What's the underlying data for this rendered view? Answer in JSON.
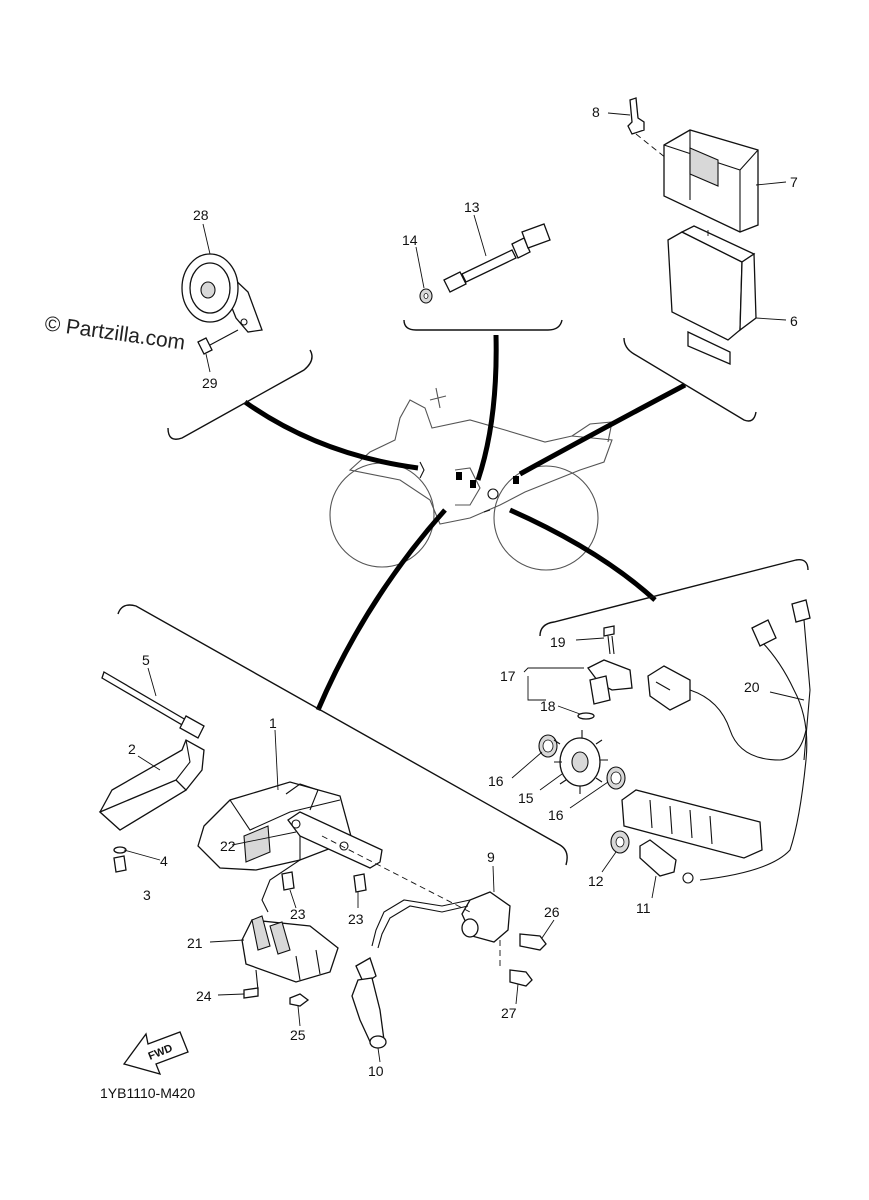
{
  "diagram": {
    "watermark": "© Partzilla.com",
    "drawing_code": "1YB1110-M420",
    "fwd_label": "FWD",
    "callouts": [
      {
        "id": "c1",
        "text": "1"
      },
      {
        "id": "c2",
        "text": "2"
      },
      {
        "id": "c3",
        "text": "3"
      },
      {
        "id": "c4",
        "text": "4"
      },
      {
        "id": "c5",
        "text": "5"
      },
      {
        "id": "c6",
        "text": "6"
      },
      {
        "id": "c7",
        "text": "7"
      },
      {
        "id": "c8",
        "text": "8"
      },
      {
        "id": "c9",
        "text": "9"
      },
      {
        "id": "c10",
        "text": "10"
      },
      {
        "id": "c11",
        "text": "11"
      },
      {
        "id": "c12",
        "text": "12"
      },
      {
        "id": "c13",
        "text": "13"
      },
      {
        "id": "c14",
        "text": "14"
      },
      {
        "id": "c15",
        "text": "15"
      },
      {
        "id": "c16a",
        "text": "16"
      },
      {
        "id": "c16b",
        "text": "16"
      },
      {
        "id": "c17",
        "text": "17"
      },
      {
        "id": "c18",
        "text": "18"
      },
      {
        "id": "c19",
        "text": "19"
      },
      {
        "id": "c20",
        "text": "20"
      },
      {
        "id": "c21",
        "text": "21"
      },
      {
        "id": "c22",
        "text": "22"
      },
      {
        "id": "c23a",
        "text": "23"
      },
      {
        "id": "c23b",
        "text": "23"
      },
      {
        "id": "c24",
        "text": "24"
      },
      {
        "id": "c25",
        "text": "25"
      },
      {
        "id": "c26",
        "text": "26"
      },
      {
        "id": "c27",
        "text": "27"
      },
      {
        "id": "c28",
        "text": "28"
      },
      {
        "id": "c29",
        "text": "29"
      }
    ]
  }
}
